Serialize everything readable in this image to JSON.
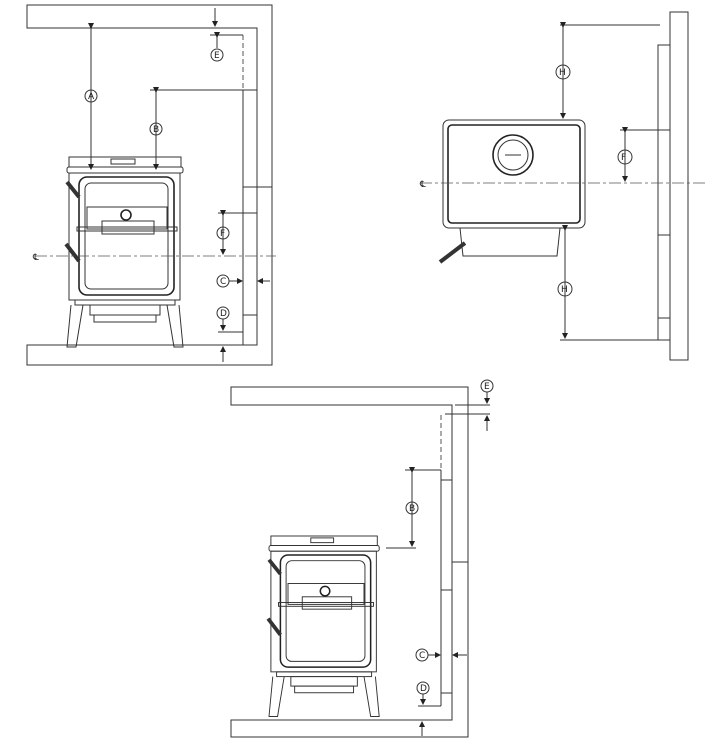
{
  "labels": {
    "front_view": {
      "a": "A",
      "b": "B",
      "e": "E",
      "f": "F",
      "c": "C",
      "d": "D",
      "centerline": "℄"
    },
    "top_view": {
      "h_top": "H",
      "f": "F",
      "h_bottom": "H",
      "centerline": "℄"
    },
    "alcove_view": {
      "e": "E",
      "b": "B",
      "c": "C",
      "d": "D"
    }
  },
  "colors": {
    "line": "#333333",
    "background": "#ffffff"
  }
}
